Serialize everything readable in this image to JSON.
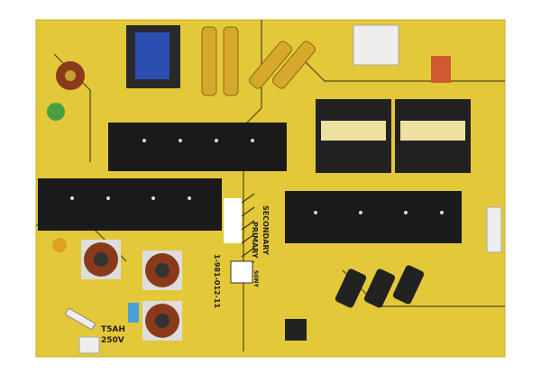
{
  "board": {
    "labels": {
      "secondary": "SECONDARY",
      "primary": "PRIMARY",
      "fuse_rating": "T5AH",
      "fuse_voltage": "250V",
      "part_number": "1-981-012-11",
      "brand": "SONY"
    },
    "colors": {
      "pcb": "#e3c83a",
      "heatsink": "#1a1a1a",
      "transformer": "#2a2a2a",
      "marker": "#e25a2a"
    }
  }
}
